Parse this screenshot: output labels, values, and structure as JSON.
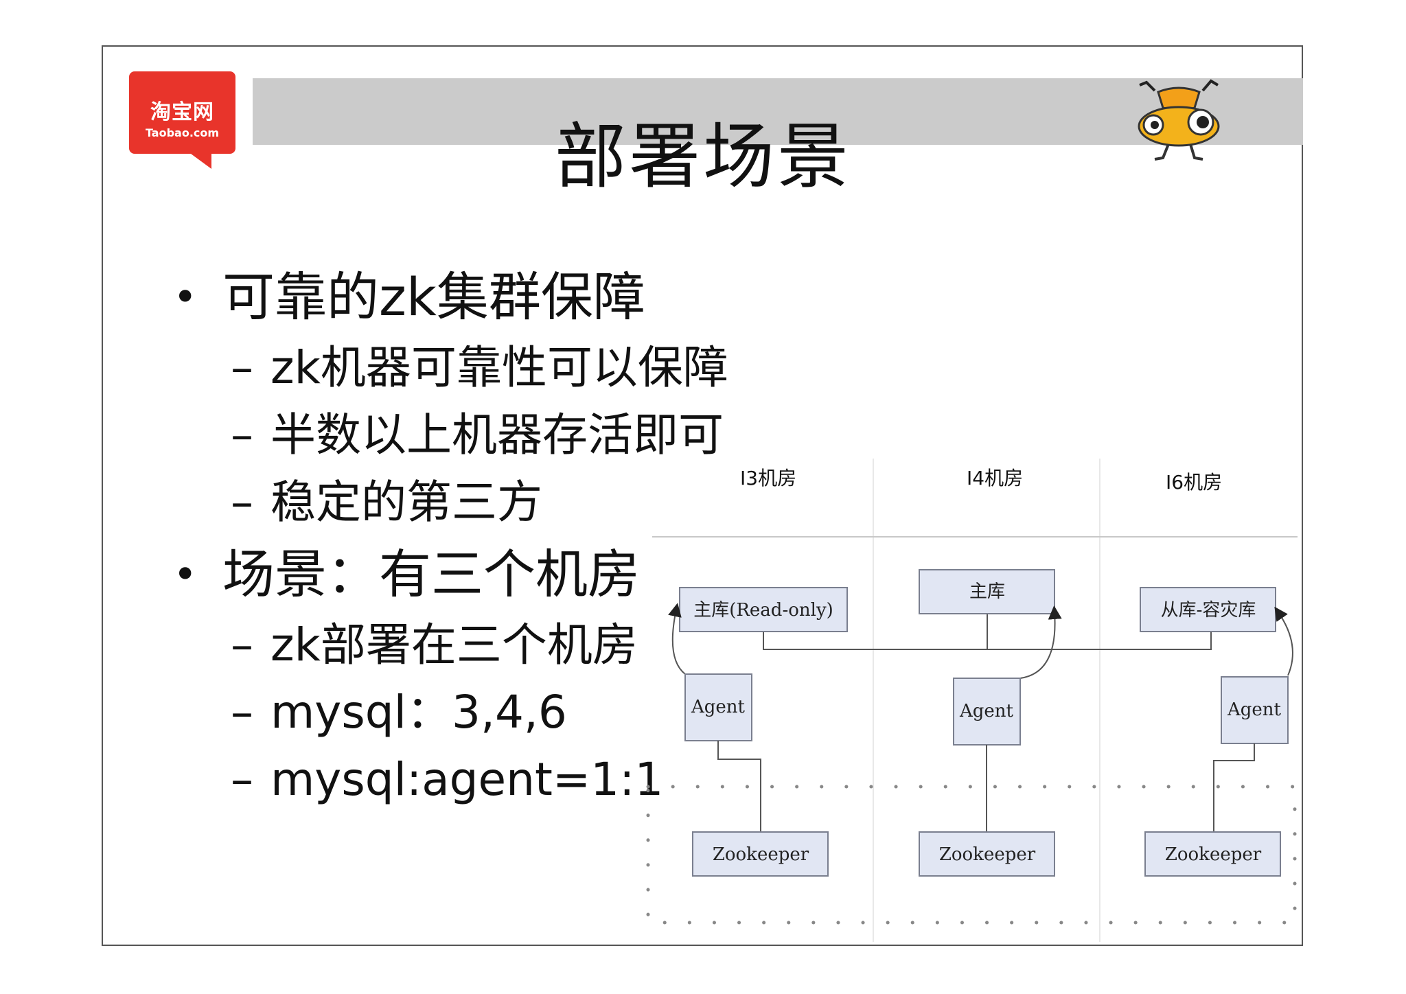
{
  "logo": {
    "cn": "淘宝网",
    "en": "Taobao.com"
  },
  "title": "部署场景",
  "bullets": [
    {
      "text": "可靠的zk集群保障",
      "subs": [
        "zk机器可靠性可以保障",
        "半数以上机器存活即可",
        "稳定的第三方"
      ]
    },
    {
      "text": "场景：有三个机房",
      "subs": [
        "zk部署在三个机房",
        "mysql：3,4,6",
        "mysql:agent=1:1"
      ]
    }
  ],
  "bullet_marker": "•",
  "sub_marker": "–",
  "diagram": {
    "rooms": [
      "I3机房",
      "I4机房",
      "I6机房"
    ],
    "databases": [
      "主库(Read-only)",
      "主库",
      "从库-容灾库"
    ],
    "agents": [
      "Agent",
      "Agent",
      "Agent"
    ],
    "zookeepers": [
      "Zookeeper",
      "Zookeeper",
      "Zookeeper"
    ]
  },
  "colors": {
    "box_fill": "#e1e6f3",
    "box_stroke": "#7a7f8f",
    "logo_red": "#e8342b",
    "band": "#cbcbcb"
  }
}
